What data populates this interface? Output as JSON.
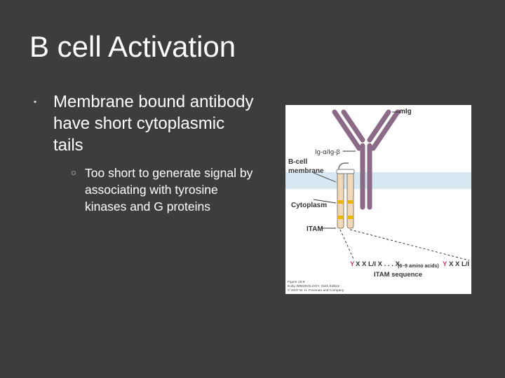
{
  "slide": {
    "title": "B cell Activation",
    "bullets": [
      {
        "text": "Membrane bound antibody have short cytoplasmic tails",
        "sub": [
          {
            "text": "Too short to generate signal by associating with tyrosine kinases and G proteins"
          }
        ]
      }
    ]
  },
  "figure": {
    "labels": {
      "mig": "mIg",
      "ig_alpha_beta": "Ig-α/Ig-β",
      "bcell": "B-cell",
      "membrane": "membrane",
      "cytoplasm": "Cytoplasm",
      "itam": "ITAM",
      "itam_sequence": "ITAM sequence",
      "seq_y1": "Y",
      "seq_mid1": "X X L/I X . . . X",
      "seq_sub": "(6–9 amino acids)",
      "seq_y2": "Y",
      "seq_end": "X X L/I"
    },
    "caption_lines": [
      "Figure 15-8",
      "Kuby IMMUNOLOGY, Sixth Edition",
      "© 2007 W. H. Freeman and Company"
    ],
    "colors": {
      "background": "#3d3d3d",
      "mig_purple": "#8a6a86",
      "membrane_blue": "#d7e8f3",
      "tail_cream": "#efd9b8",
      "itam_yellow": "#e8b800",
      "seq_red": "#d6356a",
      "label_dark": "#333333"
    }
  }
}
